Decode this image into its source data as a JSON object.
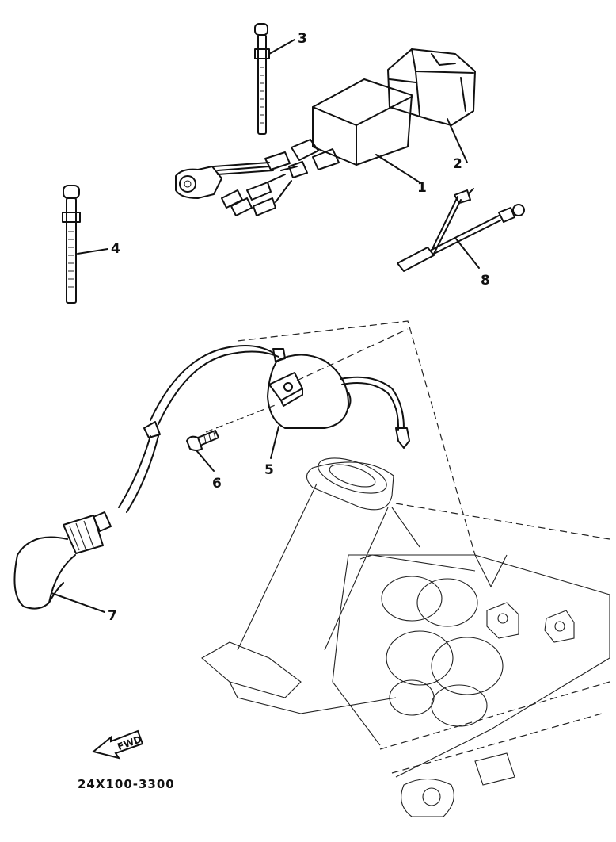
{
  "diagram": {
    "part_code": "24X100-3300",
    "fwd_label": "FWD",
    "callouts": {
      "c1": "1",
      "c2": "2",
      "c3": "3",
      "c4": "4",
      "c5": "5",
      "c6": "6",
      "c7": "7",
      "c8": "8"
    }
  }
}
